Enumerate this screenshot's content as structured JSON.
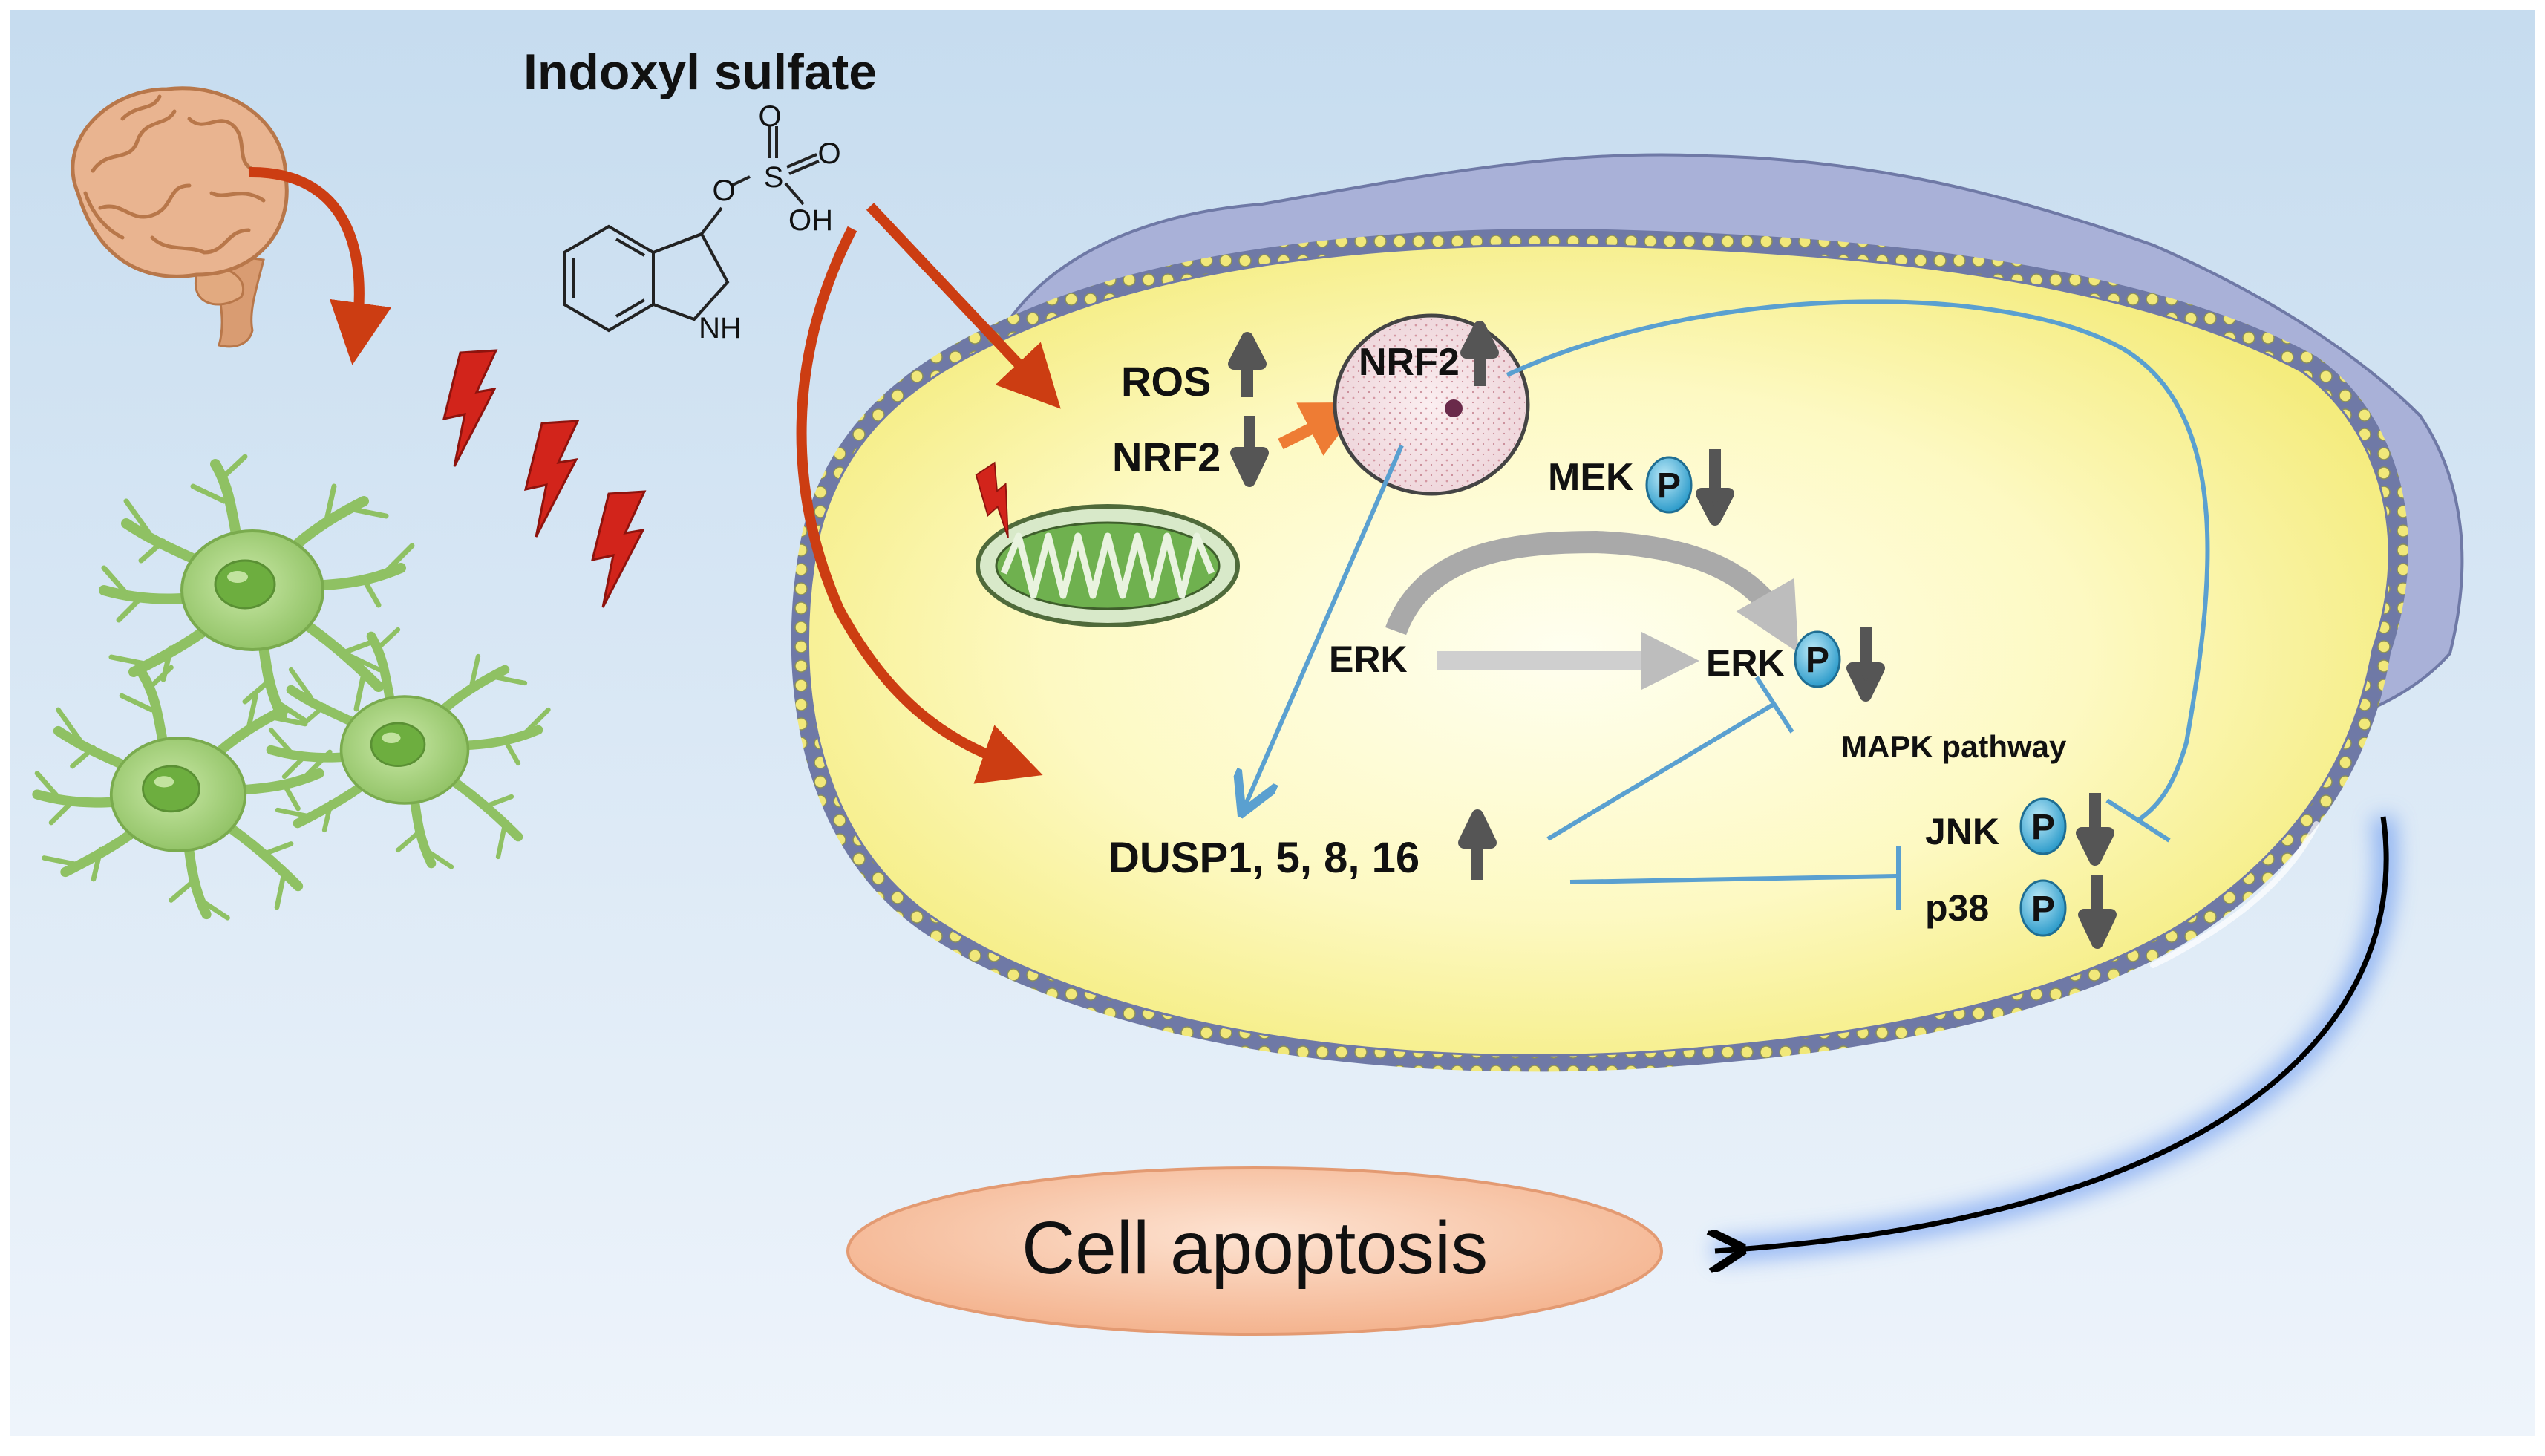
{
  "labels": {
    "title": "Indoxyl sulfate",
    "ros": "ROS",
    "nrf2_cyto": "NRF2",
    "nrf2_nucleus": "NRF2",
    "mek": "MEK",
    "erk_left": "ERK",
    "erk_right": "ERK",
    "dusp": "DUSP1, 5, 8, 16",
    "mapk": "MAPK pathway",
    "jnk": "JNK",
    "p38": "p38",
    "phospho": "P",
    "outcome": "Cell apoptosis"
  },
  "chem_atoms": {
    "o_top": "O",
    "s": "S",
    "o_right": "O",
    "oh": "OH",
    "o_link": "O",
    "nh": "NH"
  },
  "changes": {
    "ros": "up",
    "nrf2_cyto": "down",
    "nrf2_nucleus": "up",
    "p_mek": "down",
    "p_erk": "down",
    "dusp": "up",
    "p_jnk": "down",
    "p_p38": "down"
  },
  "icons": [
    "brain-icon",
    "astrocyte-icon",
    "lightning-icon",
    "mitochondrion-icon",
    "nucleus-icon",
    "cell-icon"
  ],
  "colors": {
    "background_top": "#c6dcef",
    "background_bottom": "#eef4fb",
    "brain": "#e7ae87",
    "astrocyte": "#a7d27c",
    "lightning": "#d2241b",
    "red_arrow": "#cc3d12",
    "orange_arrow": "#ee7c34",
    "cytoplasm": "#fbf6a2",
    "membrane": "#6f79a6",
    "cell_outer": "#a9b1d8",
    "blue_line": "#5aa0d0",
    "phospho_badge": "#55c0e6",
    "change_arrow": "#555555",
    "apoptosis_fill": "#f8c6a8",
    "apoptosis_glow": "#4a82ef"
  }
}
